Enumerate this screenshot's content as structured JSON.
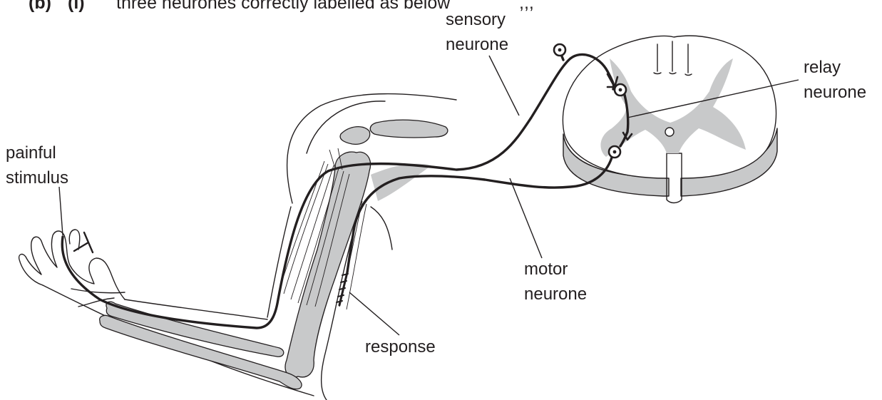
{
  "header": {
    "part": "(b)",
    "subpart": "(i)",
    "text": "three neurones correctly labelled as below",
    "marks": ",,,"
  },
  "labels": {
    "painful_stimulus_line1": "painful",
    "painful_stimulus_line2": "stimulus",
    "sensory_neurone_line1": "sensory",
    "sensory_neurone_line2": "neurone",
    "relay_neurone_line1": "relay",
    "relay_neurone_line2": "neurone",
    "motor_neurone_line1": "motor",
    "motor_neurone_line2": "neurone",
    "response": "response"
  }
}
